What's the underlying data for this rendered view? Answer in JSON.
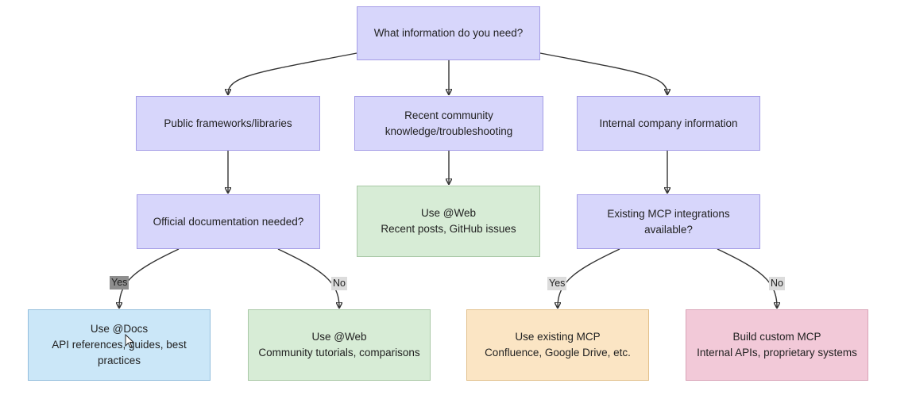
{
  "nodes": {
    "root": "What information do you need?",
    "public": "Public frameworks/libraries",
    "community": "Recent community knowledge/troubleshooting",
    "internal": "Internal company information",
    "official_docs": "Official documentation needed?",
    "use_web_recent": {
      "line1": "Use @Web",
      "line2": "Recent posts, GitHub issues"
    },
    "mcp_available": "Existing MCP integrations available?",
    "use_docs": {
      "line1": "Use @Docs",
      "line2": "API references, guides, best practices"
    },
    "use_web_community": {
      "line1": "Use @Web",
      "line2": "Community tutorials, comparisons"
    },
    "use_existing_mcp": {
      "line1": "Use existing MCP",
      "line2": "Confluence, Google Drive, etc."
    },
    "build_custom_mcp": {
      "line1": "Build custom MCP",
      "line2": "Internal APIs, proprietary systems"
    }
  },
  "edge_labels": {
    "docs_yes": "Yes",
    "docs_no": "No",
    "mcp_yes": "Yes",
    "mcp_no": "No"
  },
  "colors": {
    "decision": "#d7d6fb",
    "web": "#d7ecd6",
    "docs": "#cbe7f8",
    "mcp_existing": "#fbe5c4",
    "mcp_custom": "#f2c9d8"
  }
}
